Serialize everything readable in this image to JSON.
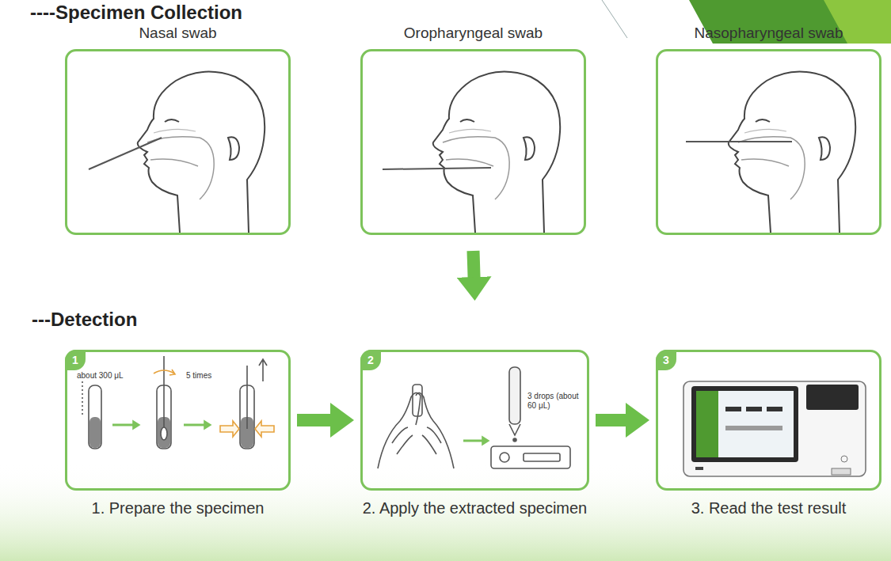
{
  "diagram": {
    "title": "----Specimen Collection",
    "nodes": [
      {
        "text": [
          "Nasal swab"
        ]
      },
      {
        "text": [
          "Oropharyngeal swab"
        ]
      },
      {
        "text": [
          "Nasopharyngeal swab"
        ]
      },
      {
        "text": [
          "1",
          "about 300 μL",
          "5 times",
          "1. Prepare the specimen"
        ]
      },
      {
        "text": [
          "2",
          "3 drops (about 60 μL)",
          "2. Apply the extracted specimen"
        ]
      },
      {
        "text": [
          "3",
          "3. Read the test result"
        ]
      }
    ],
    "edges": [
      {
        "from": 1,
        "to": 4,
        "arrow": "to"
      },
      {
        "from": 3,
        "to": 4,
        "arrow": "to"
      },
      {
        "from": 4,
        "to": 5,
        "arrow": "to"
      }
    ],
    "labels": [
      "---Detection"
    ]
  }
}
